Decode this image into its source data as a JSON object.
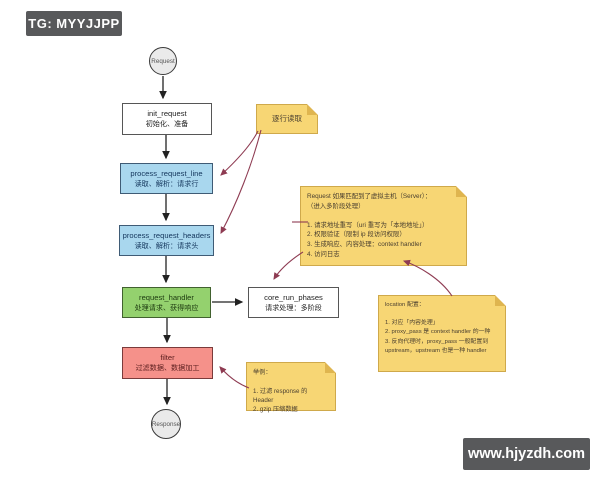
{
  "badges": {
    "tg": "TG: MYYJJPP",
    "site": "www.hjyzdh.com"
  },
  "flow": {
    "start_label": "Request",
    "end_label": "Response",
    "nodes": [
      {
        "title": "init_request",
        "subtitle": "初始化、准备"
      },
      {
        "title": "process_request_line",
        "subtitle": "读取、解析：请求行"
      },
      {
        "title": "process_request_headers",
        "subtitle": "读取、解析：请求头"
      },
      {
        "title": "request_handler",
        "subtitle": "处理请求、获得响应"
      },
      {
        "title": "core_run_phases",
        "subtitle": "请求处理：多阶段"
      },
      {
        "title": "filter",
        "subtitle": "过滤数据、数据加工"
      }
    ]
  },
  "notes": {
    "line_by_line": {
      "text": "逐行读取"
    },
    "request_match": {
      "text": "Request 如果匹配到了虚拟主机（Server）：\n（进入多阶段处理）\n\n1. 请求地址重写（uri 重写为「本地地址」）\n2. 权限验证（限制 ip 段访问权限）\n3. 生成响应、内容处理：context handler\n4. 访问日志"
    },
    "location": {
      "text": "location 配置：\n\n1. 对应「内容处理」\n2. proxy_pass 是 context handler 的一种\n3. 反向代理时，proxy_pass 一般配置到\nupstream，upstream 也是一种 handler"
    },
    "example": {
      "text": "举例：\n\n1. 过滤 response 的 Header\n2. gzip 压缩数据"
    }
  },
  "colors": {
    "note_yellow": "#f7d674",
    "stage_blue": "#a9d7ee",
    "stage_green": "#94d16e",
    "stage_red": "#f5918a",
    "badge_gray": "#58595b",
    "annotation_arrow": "#8e3b52"
  }
}
